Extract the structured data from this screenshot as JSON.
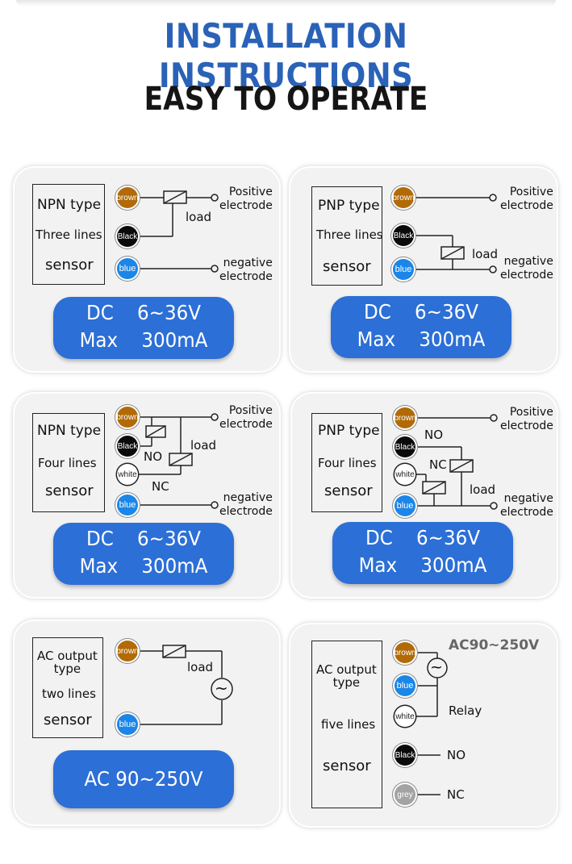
{
  "header": {
    "title": "INSTALLATION INSTRUCTIONS",
    "subtitle": "EASY TO OPERATE"
  },
  "colors": {
    "title_blue": "#2a62b8",
    "pill_blue": "#2c6fd6",
    "brown": "#b26a06",
    "black": "#0a0a0a",
    "blue": "#1b86e8",
    "grey": "#a3a3a3"
  },
  "wire_labels": {
    "brown": "brown",
    "black": "Black",
    "blue": "blue",
    "white": "white",
    "grey": "grey"
  },
  "common": {
    "load": "load",
    "positive": "Positive\nelectrode",
    "negative": "negative\nelectrode",
    "sensor": "sensor",
    "no": "NO",
    "nc": "NC",
    "ac_symbol": "~"
  },
  "panels": {
    "npn3": {
      "type": "NPN type",
      "lines": "Three lines",
      "spec_line1": "DC    6~36V",
      "spec_line2": "Max    300mA"
    },
    "pnp3": {
      "type": "PNP type",
      "lines": "Three lines",
      "spec_line1": "DC    6~36V",
      "spec_line2": "Max    300mA"
    },
    "npn4": {
      "type": "NPN type",
      "lines": "Four lines",
      "spec_line1": "DC    6~36V",
      "spec_line2": "Max    300mA"
    },
    "pnp4": {
      "type": "PNP type",
      "lines": "Four lines",
      "spec_line1": "DC    6~36V",
      "spec_line2": "Max    300mA"
    },
    "ac2": {
      "type": "AC output\ntype",
      "lines": "two lines",
      "spec_line1": "AC 90~250V"
    },
    "ac5": {
      "type": "AC output\ntype",
      "lines": "five lines",
      "voltage": "AC90~250V",
      "relay": "Relay"
    }
  }
}
